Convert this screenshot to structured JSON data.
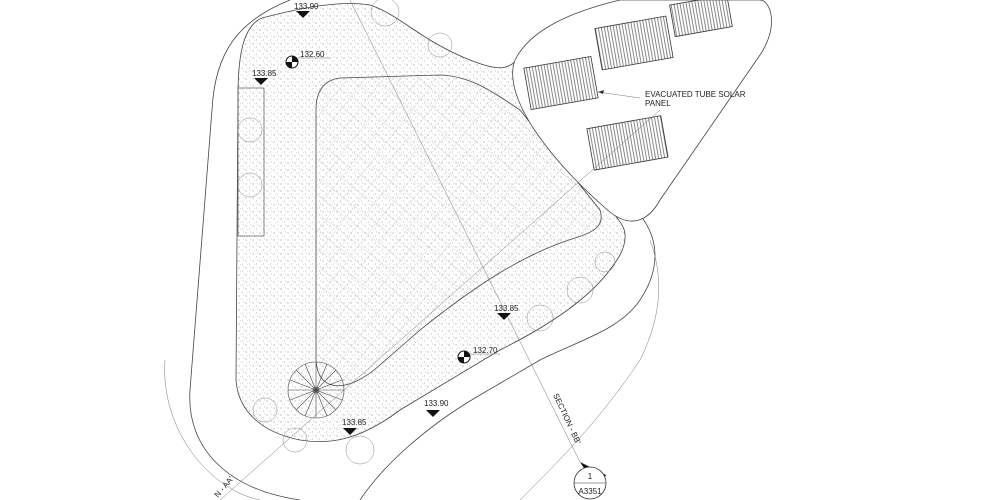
{
  "levels": {
    "top": "133.90",
    "upper_spot": "132.60",
    "upper_left": "133.85",
    "right_mid": "133.85",
    "lower_spot": "132.70",
    "bottom_right": "133.90",
    "bottom_left": "133.85"
  },
  "annotations": {
    "solar_panel": "EVACUATED TUBE SOLAR",
    "solar_panel_line2": "PANEL",
    "section_bb": "SECTION - BB'",
    "section_aa": "N - AA'"
  },
  "section_marker": {
    "number": "1",
    "sheet": "A3351"
  }
}
